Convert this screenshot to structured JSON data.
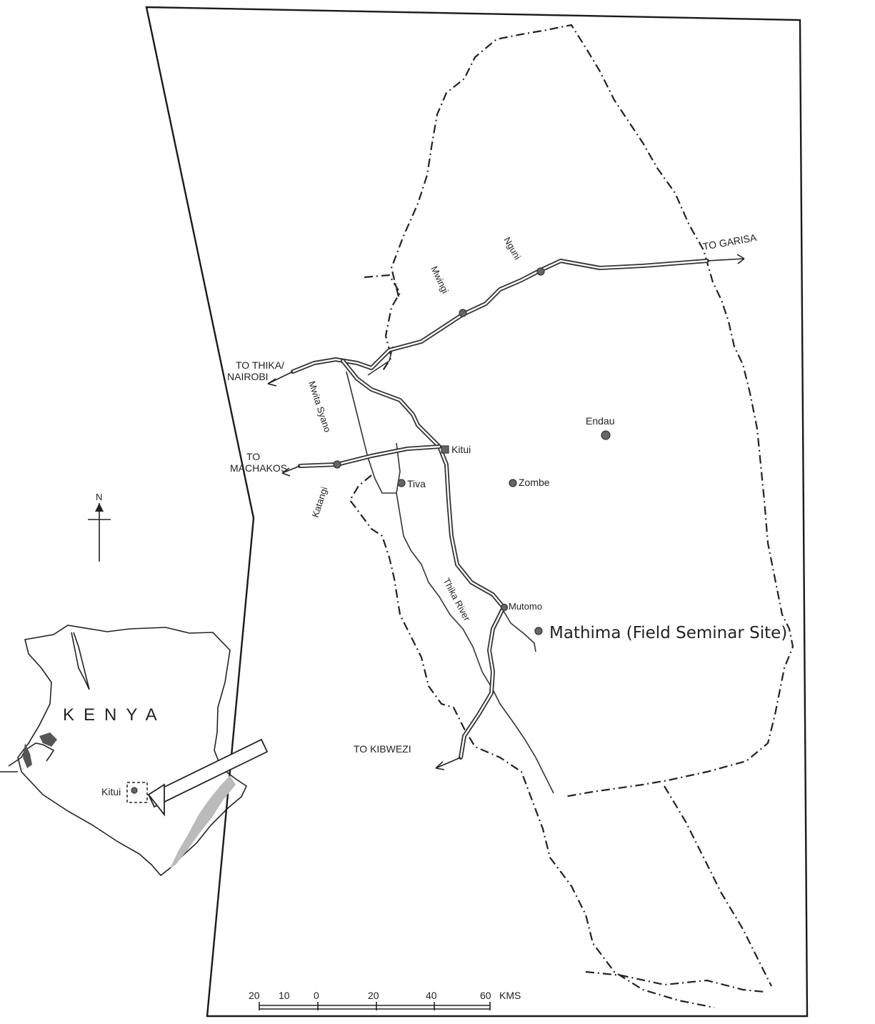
{
  "labels": {
    "to_garisa": "TO GARISA",
    "nguni": "Nguni",
    "mwingi": "Mwingi",
    "to_thika": "TO THIKA/",
    "nairobi": "NAIROBI",
    "mwita_syano": "Mwita Syano",
    "endau": "Endau",
    "kitui": "Kitui",
    "to_machakos_1": "TO",
    "to_machakos_2": "MACHAKOS",
    "tiva": "Tiva",
    "zombe": "Zombe",
    "katangi": "Katangi",
    "north": "N",
    "mutomo": "Mutomo",
    "thika_river": "Thika River",
    "mathima": "Mathima   (Field   Seminar   Site)",
    "kenya": "KENYA",
    "kitui_inset": "Kitui",
    "to_kibwezi": "TO KIBWEZI"
  },
  "scale_bar": {
    "ticks": [
      "20",
      "10",
      "0",
      "20",
      "40",
      "60"
    ],
    "unit": "KMS"
  },
  "colors": {
    "ink": "#1a1a1a",
    "town_dot": "#666666",
    "paper": "#ffffff"
  },
  "icons": {
    "north_arrow": "north-arrow-icon"
  }
}
